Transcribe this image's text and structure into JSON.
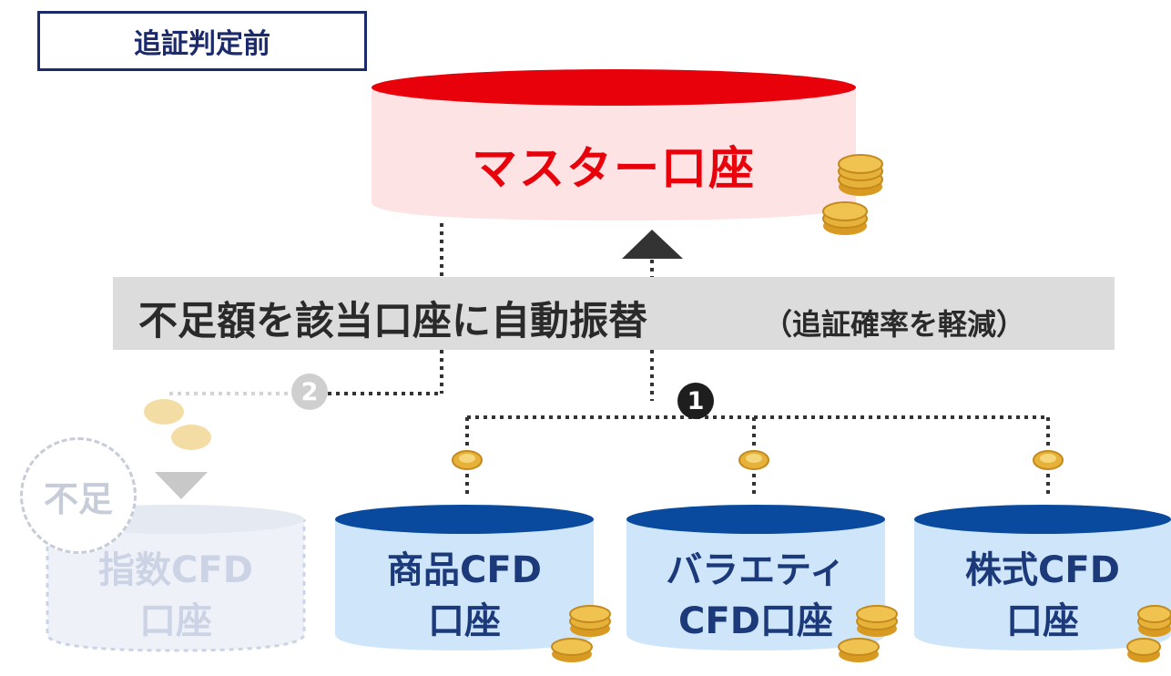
{
  "title": "追証判定前",
  "master_account": {
    "label": "マスター口座"
  },
  "banner": {
    "main": "不足額を該当口座に自動振替",
    "sub": "（追証確率を軽減）"
  },
  "steps": {
    "step1": "1",
    "step2": "2"
  },
  "shortage": {
    "label": "不足"
  },
  "accounts": [
    {
      "line1": "指数CFD",
      "line2": "口座",
      "state": "faded"
    },
    {
      "line1": "商品CFD",
      "line2": "口座",
      "state": "normal"
    },
    {
      "line1": "バラエティ",
      "line2": "CFD口座",
      "state": "normal"
    },
    {
      "line1": "株式CFD",
      "line2": "口座",
      "state": "normal"
    }
  ],
  "colors": {
    "master_red": "#e8000b",
    "master_fill": "#fde3e4",
    "account_blue": "#0a4a9e",
    "account_fill": "#cfe6fa",
    "title_navy": "#1a2a6c",
    "coin_gold": "#e7b23a"
  },
  "icons": [
    "coin-stack-icon",
    "coin-icon",
    "arrow-up-icon",
    "arrow-down-icon"
  ]
}
